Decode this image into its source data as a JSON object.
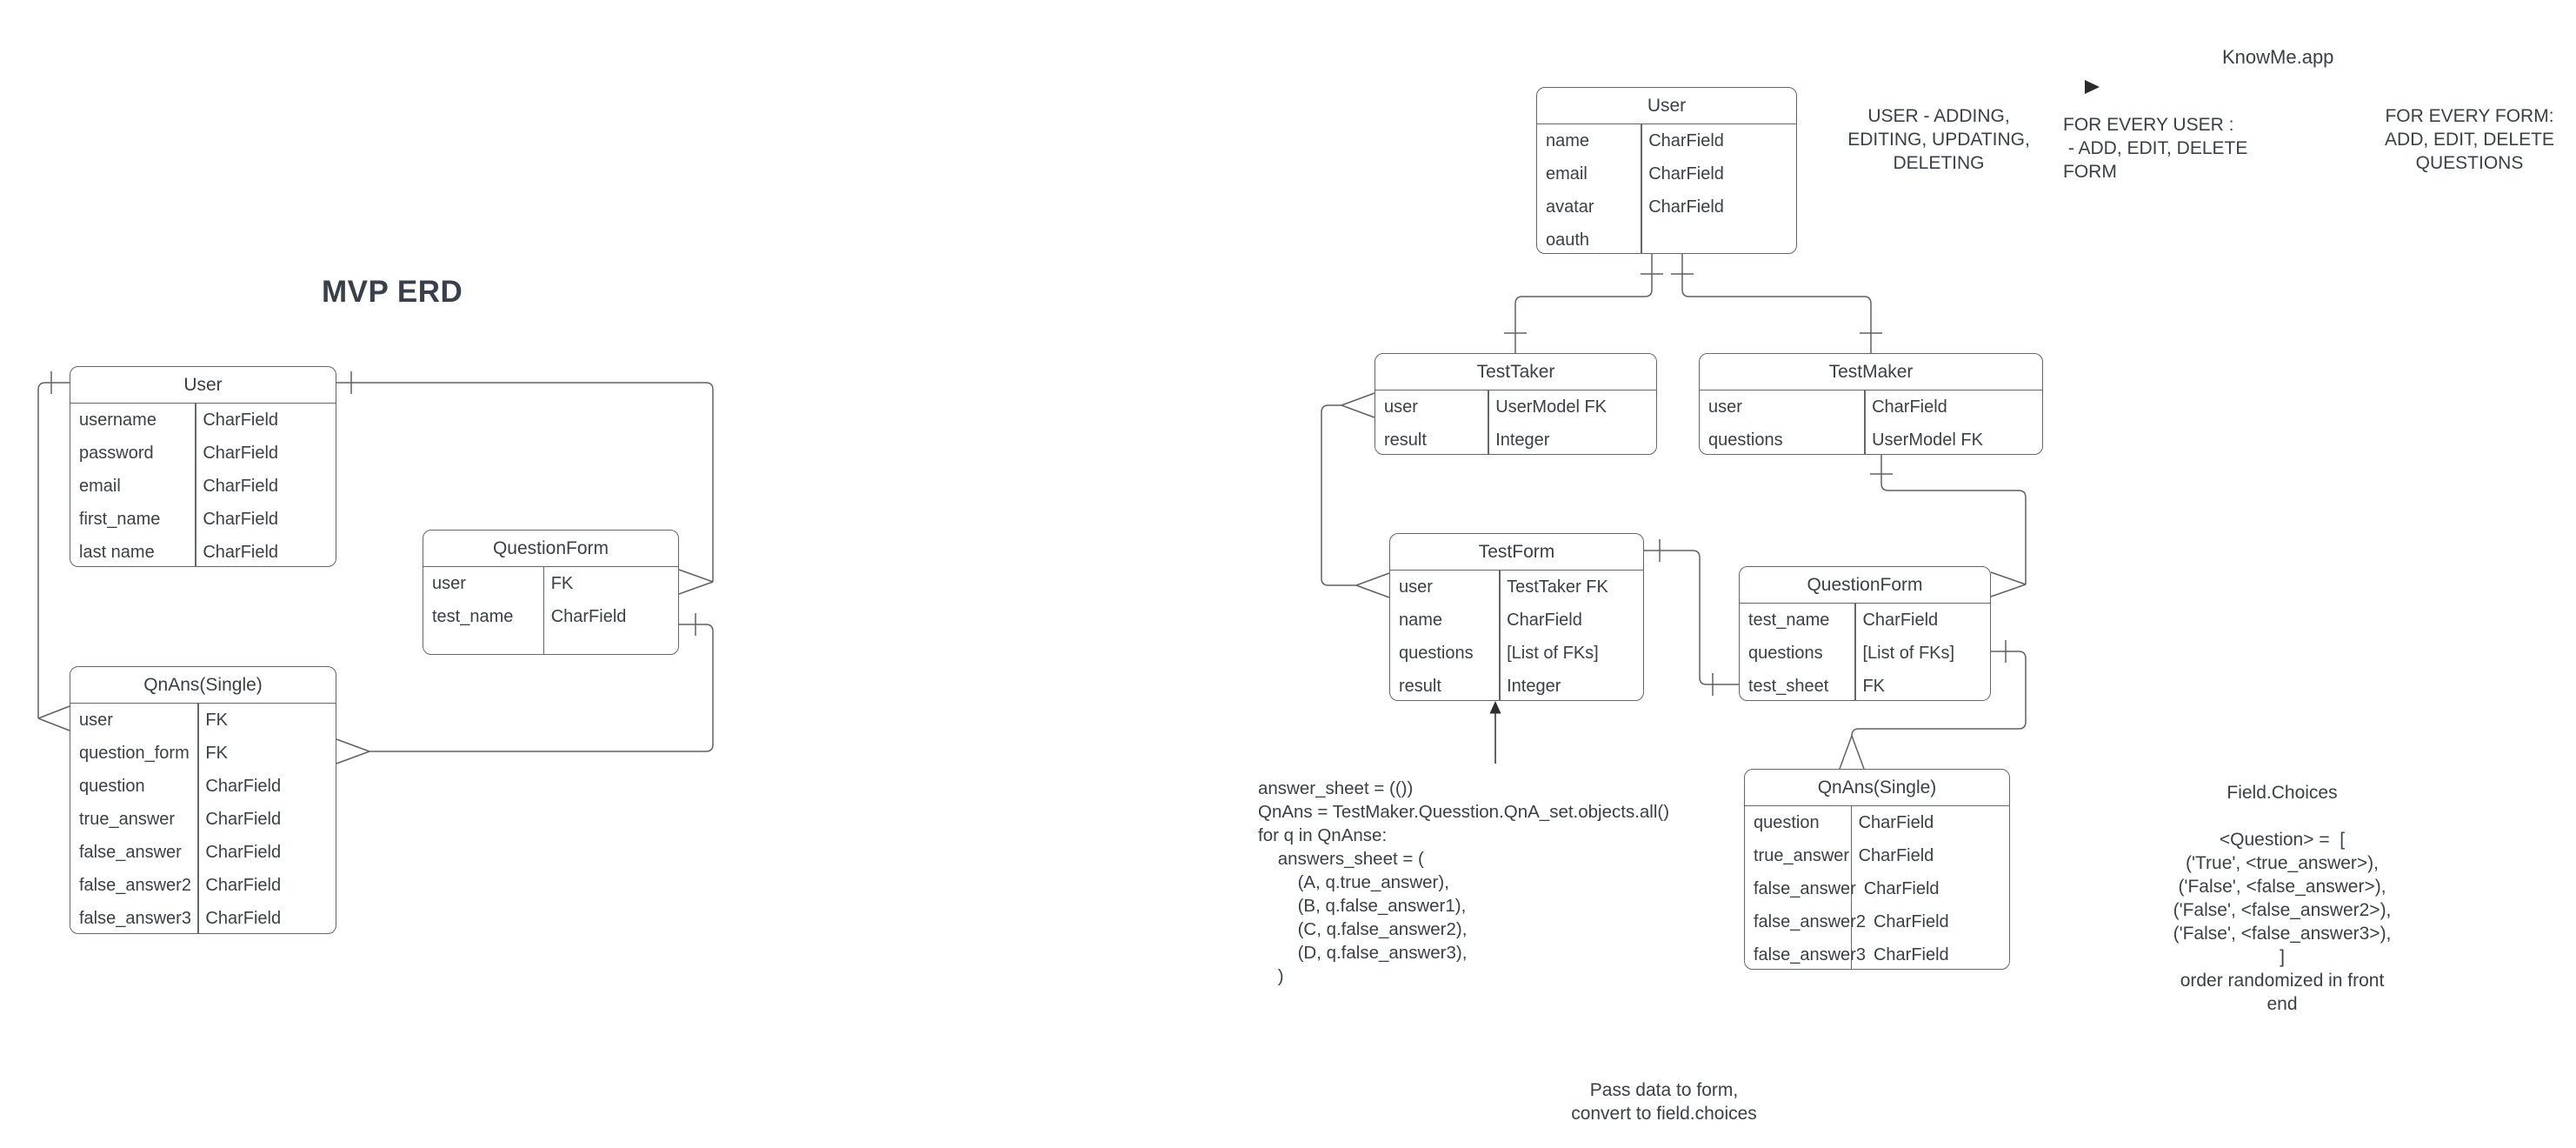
{
  "titles": {
    "diagram_title": "MVP ERD",
    "app_name": "KnowMe.app"
  },
  "colors": {
    "text": "#3b4045",
    "table_border": "#666666",
    "connector_line": "#616161",
    "arrow": "#2e2e2e",
    "background": "#ffffff"
  },
  "icons": {
    "pointer": "right-triangle"
  },
  "tables": {
    "userL": {
      "title": "User",
      "rows": [
        [
          "username",
          "CharField"
        ],
        [
          "password",
          "CharField"
        ],
        [
          "email",
          "CharField"
        ],
        [
          "first_name",
          "CharField"
        ],
        [
          "last name",
          "CharField"
        ]
      ]
    },
    "questionFormL": {
      "title": "QuestionForm",
      "rows": [
        [
          "user",
          "FK"
        ],
        [
          "test_name",
          "CharField"
        ]
      ]
    },
    "qnAnsL": {
      "title": "QnAns(Single)",
      "rows": [
        [
          "user",
          "FK"
        ],
        [
          "question_form",
          "FK"
        ],
        [
          "question",
          "CharField"
        ],
        [
          "true_answer",
          "CharField"
        ],
        [
          "false_answer",
          "CharField"
        ],
        [
          "false_answer2",
          "CharField"
        ],
        [
          "false_answer3",
          "CharField"
        ]
      ]
    },
    "userR": {
      "title": "User",
      "rows": [
        [
          "name",
          "CharField"
        ],
        [
          "email",
          "CharField"
        ],
        [
          "avatar",
          "CharField"
        ],
        [
          "oauth",
          ""
        ]
      ]
    },
    "testTaker": {
      "title": "TestTaker",
      "rows": [
        [
          "user",
          "UserModel FK"
        ],
        [
          "result",
          "Integer"
        ]
      ]
    },
    "testMaker": {
      "title": "TestMaker",
      "rows": [
        [
          "user",
          "CharField"
        ],
        [
          "questions",
          "UserModel FK"
        ]
      ]
    },
    "testForm": {
      "title": "TestForm",
      "rows": [
        [
          "user",
          "TestTaker FK"
        ],
        [
          "name",
          "CharField"
        ],
        [
          "questions",
          "[List of FKs]"
        ],
        [
          "result",
          "Integer"
        ]
      ]
    },
    "questionFormR": {
      "title": "QuestionForm",
      "rows": [
        [
          "test_name",
          "CharField"
        ],
        [
          "questions",
          "[List of FKs]"
        ],
        [
          "test_sheet",
          "FK"
        ]
      ]
    },
    "qnAnsR": {
      "title": "QnAns(Single)",
      "rows": [
        [
          "question",
          "CharField"
        ],
        [
          "true_answer",
          "CharField"
        ],
        [
          "false_answer",
          "CharField"
        ],
        [
          "false_answer2",
          "CharField"
        ],
        [
          "false_answer3",
          "CharField"
        ]
      ]
    }
  },
  "annotations": {
    "user_crud": [
      "USER - ADDING,",
      "EDITING, UPDATING,",
      "DELETING"
    ],
    "for_every_user": [
      "FOR EVERY USER :",
      " - ADD, EDIT, DELETE",
      "FORM"
    ],
    "for_every_form": [
      "FOR EVERY FORM:",
      "ADD, EDIT, DELETE",
      "QUESTIONS"
    ],
    "code": [
      "answer_sheet = (())",
      "QnAns = TestMaker.Quesstion.QnA_set.objects.all()",
      "for q in QnAnse:",
      "    answers_sheet = (",
      "        (A, q.true_answer),",
      "        (B, q.false_answer1),",
      "        (C, q.false_answer2),",
      "        (D, q.false_answer3),",
      "    )"
    ],
    "field_choices": [
      "Field.Choices",
      "",
      "<Question> =  [",
      "('True', <true_answer>),",
      "('False', <false_answer>),",
      "('False', <false_answer2>),",
      "('False', <false_answer3>),",
      "]",
      "order randomized in front",
      "end"
    ],
    "pass_data": [
      "Pass data to form,",
      "convert to field.choices"
    ]
  }
}
